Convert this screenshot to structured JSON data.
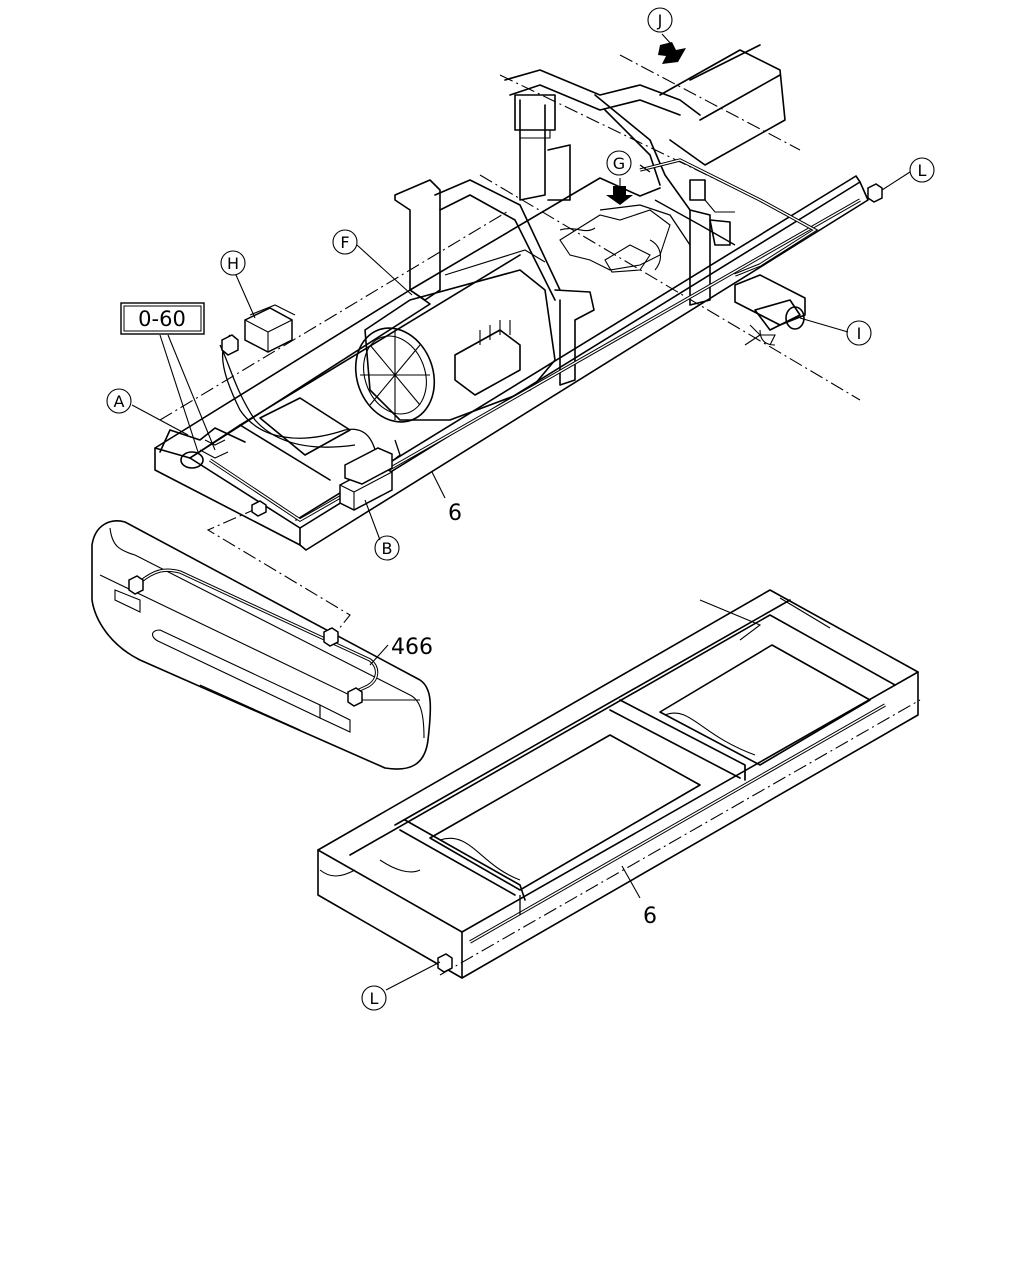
{
  "callouts": {
    "A": "A",
    "B": "B",
    "F": "F",
    "G": "G",
    "H": "H",
    "I": "I",
    "J": "J",
    "L_top": "L",
    "L_bottom": "L"
  },
  "part_numbers": {
    "ref_box": "0-60",
    "harness_front": "6",
    "bumper_harness": "466",
    "harness_rear": "6"
  }
}
